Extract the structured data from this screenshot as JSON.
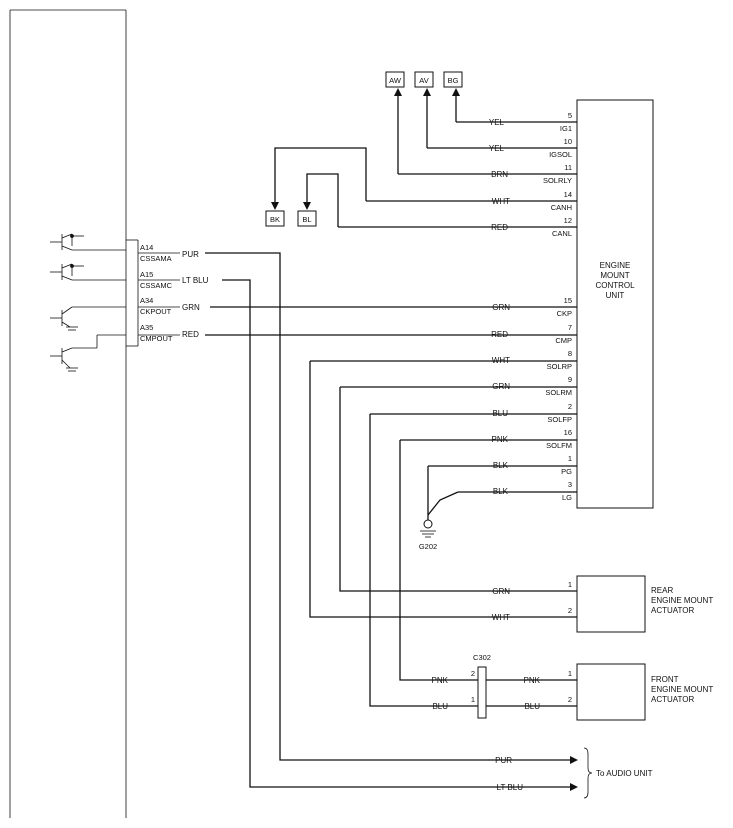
{
  "ecm": {
    "terminals": [
      {
        "pin": "A14",
        "signal": "CSSAMA",
        "wire": "PUR"
      },
      {
        "pin": "A15",
        "signal": "CSSAMC",
        "wire": "LT BLU"
      },
      {
        "pin": "A34",
        "signal": "CKPOUT",
        "wire": "GRN"
      },
      {
        "pin": "A35",
        "signal": "CMPOUT",
        "wire": "RED"
      }
    ]
  },
  "emcu": {
    "label": [
      "ENGINE",
      "MOUNT",
      "CONTROL",
      "UNIT"
    ],
    "pins": [
      {
        "num": "5",
        "signal": "IG1",
        "wire": "YEL"
      },
      {
        "num": "10",
        "signal": "IGSOL",
        "wire": "YEL"
      },
      {
        "num": "11",
        "signal": "SOLRLY",
        "wire": "BRN"
      },
      {
        "num": "14",
        "signal": "CANH",
        "wire": "WHT"
      },
      {
        "num": "12",
        "signal": "CANL",
        "wire": "RED"
      },
      {
        "num": "15",
        "signal": "CKP",
        "wire": "GRN"
      },
      {
        "num": "7",
        "signal": "CMP",
        "wire": "RED"
      },
      {
        "num": "8",
        "signal": "SOLRP",
        "wire": "WHT"
      },
      {
        "num": "9",
        "signal": "SOLRM",
        "wire": "GRN"
      },
      {
        "num": "2",
        "signal": "SOLFP",
        "wire": "BLU"
      },
      {
        "num": "16",
        "signal": "SOLFM",
        "wire": "PNK"
      },
      {
        "num": "1",
        "signal": "PG",
        "wire": "BLK"
      },
      {
        "num": "3",
        "signal": "LG",
        "wire": "BLK"
      }
    ]
  },
  "top_connectors": [
    "AW",
    "AV",
    "BG"
  ],
  "left_connectors": [
    "BK",
    "BL"
  ],
  "ground": "G202",
  "rear_actuator": {
    "label": [
      "REAR",
      "ENGINE MOUNT",
      "ACTUATOR"
    ],
    "pins": [
      {
        "num": "1",
        "wire": "GRN"
      },
      {
        "num": "2",
        "wire": "WHT"
      }
    ]
  },
  "front_actuator": {
    "label": [
      "FRONT",
      "ENGINE MOUNT",
      "ACTUATOR"
    ],
    "pins": [
      {
        "num": "1",
        "wire": "PNK"
      },
      {
        "num": "2",
        "wire": "BLU"
      }
    ]
  },
  "connector_c302": {
    "name": "C302",
    "pins": [
      {
        "num": "2",
        "wire_left": "PNK",
        "wire_right": "PNK"
      },
      {
        "num": "1",
        "wire_left": "BLU",
        "wire_right": "BLU"
      }
    ]
  },
  "audio": {
    "label": "To AUDIO UNIT",
    "wires": [
      "PUR",
      "LT BLU"
    ]
  }
}
